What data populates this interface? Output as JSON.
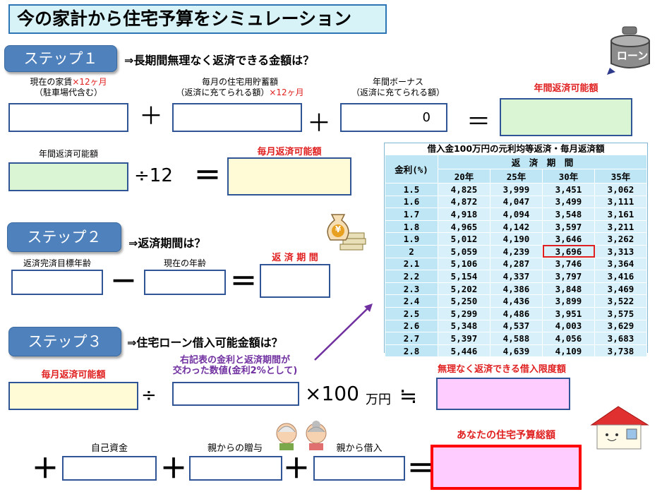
{
  "title": "今の家計から住宅予算をシミュレーション",
  "steps": {
    "s1": {
      "label": "ステップ１",
      "question": "⇒長期間無理なく返済できる金額は？"
    },
    "s2": {
      "label": "ステップ２",
      "question": "⇒返済期間は？"
    },
    "s3": {
      "label": "ステップ３",
      "question": "⇒住宅ローン借入可能金額は？"
    }
  },
  "step1": {
    "rent_label1": "現在の家賃",
    "rent_label1_red": "×12ヶ月",
    "rent_label2": "（駐車場代含む）",
    "savings_label1": "毎月の住宅用貯蓄額",
    "savings_label2": "（返済に充てられる額）",
    "savings_label_red": "×12ヶ月",
    "bonus_label1": "年間ボーナス",
    "bonus_label2": "（返済に充てられる額）",
    "bonus_value": "0",
    "annual_label": "年間返済可能額",
    "annual_label2": "年間返済可能額",
    "div12": "÷12",
    "monthly_label": "毎月返済可能額",
    "plus": "＋",
    "equals": "＝"
  },
  "step2": {
    "target_age_label": "返済完済目標年齢",
    "current_age_label": "現在の年齢",
    "period_label": "返 済 期 間",
    "minus": "－",
    "equals": "＝"
  },
  "step3": {
    "monthly_label": "毎月返済可能額",
    "crossed_label1": "右記表の金利と返済期間が",
    "crossed_label2": "交わった数値(金利2%として)",
    "divide": "÷",
    "times": "×100",
    "unit": "万円",
    "approx": "≒",
    "limit_label": "無理なく返済できる借入限度額",
    "own_funds_label": "自己資金",
    "gift_label": "親からの贈与",
    "parent_loan_label": "親から借入",
    "total_label": "あなたの住宅予算総額",
    "plus": "＋",
    "equals": "＝"
  },
  "icons": {
    "weight": "ローン",
    "money_bag": "¥"
  },
  "table": {
    "title": "借入金100万円の元利均等返済・毎月返済額",
    "header_period": "返　済　期　間",
    "header_rate": "金利(%)",
    "columns": [
      "20年",
      "25年",
      "30年",
      "35年"
    ],
    "rows": [
      [
        "1.5",
        "4,825",
        "3,999",
        "3,451",
        "3,062"
      ],
      [
        "1.6",
        "4,872",
        "4,047",
        "3,499",
        "3,111"
      ],
      [
        "1.7",
        "4,918",
        "4,094",
        "3,548",
        "3,161"
      ],
      [
        "1.8",
        "4,965",
        "4,142",
        "3,597",
        "3,211"
      ],
      [
        "1.9",
        "5,012",
        "4,190",
        "3,646",
        "3,262"
      ],
      [
        "2",
        "5,059",
        "4,239",
        "3,696",
        "3,313"
      ],
      [
        "2.1",
        "5,106",
        "4,287",
        "3,746",
        "3,364"
      ],
      [
        "2.2",
        "5,154",
        "4,337",
        "3,797",
        "3,416"
      ],
      [
        "2.3",
        "5,202",
        "4,386",
        "3,848",
        "3,469"
      ],
      [
        "2.4",
        "5,250",
        "4,436",
        "3,899",
        "3,522"
      ],
      [
        "2.5",
        "5,299",
        "4,486",
        "3,951",
        "3,575"
      ],
      [
        "2.6",
        "5,348",
        "4,537",
        "4,003",
        "3,629"
      ],
      [
        "2.7",
        "5,397",
        "4,588",
        "4,056",
        "3,683"
      ],
      [
        "2.8",
        "5,446",
        "4,639",
        "4,109",
        "3,738"
      ]
    ],
    "highlight": {
      "row": 5,
      "col": 3
    }
  },
  "colors": {
    "accent": "#4f81bd",
    "box_border": "#2f5597",
    "red": "#e02020",
    "green_box": "#d9f5d3",
    "yellow_box": "#fffbd6",
    "pink_box": "#ffccff"
  }
}
